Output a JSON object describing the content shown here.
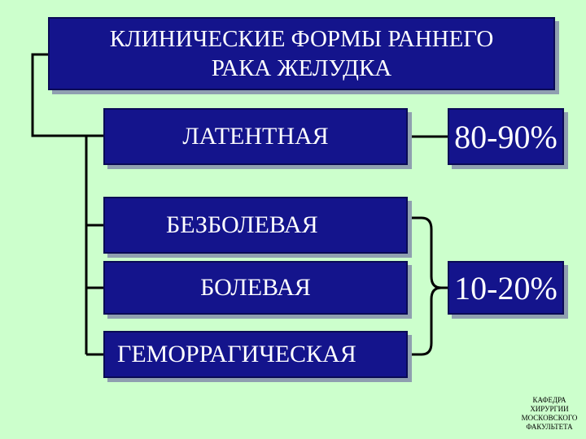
{
  "title": {
    "line1": "КЛИНИЧЕСКИЕ ФОРМЫ РАННЕГО",
    "line2": "РАКА ЖЕЛУДКА"
  },
  "forms": [
    {
      "label": "ЛАТЕНТНАЯ"
    },
    {
      "label": "БЕЗБОЛЕВАЯ"
    },
    {
      "label": "БОЛЕВАЯ"
    },
    {
      "label": "ГЕМОРРАГИЧЕСКАЯ"
    }
  ],
  "percentages": [
    {
      "value": "80-90%"
    },
    {
      "value": "10-20%"
    }
  ],
  "footer": {
    "lines": [
      "КАФЕДРА",
      "ХИРУРГИИ",
      "МОСКОВСКОГО",
      "ФАКУЛЬТЕТА"
    ]
  },
  "colors": {
    "background": "#ccffcc",
    "box_fill": "#14148c",
    "box_shadow": "#8f9fb0",
    "connector": "#000000",
    "text": "#ffffff"
  }
}
